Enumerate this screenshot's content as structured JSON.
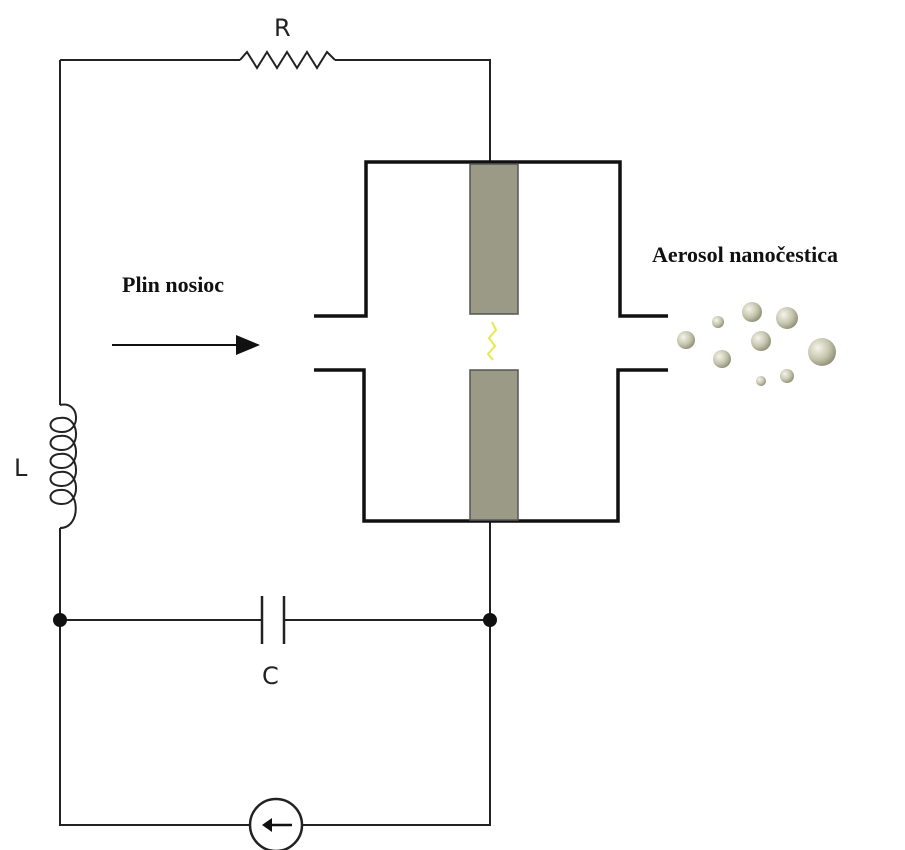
{
  "labels": {
    "resistor": "R",
    "inductor": "L",
    "capacitor": "C",
    "carrier_gas": "Plin nosioc",
    "aerosol": "Aerosol nanočestica"
  },
  "colors": {
    "wire": "#222222",
    "electrode": "#9a9a87",
    "spark": "#e8e84a",
    "particle": "#c9c9b4"
  }
}
